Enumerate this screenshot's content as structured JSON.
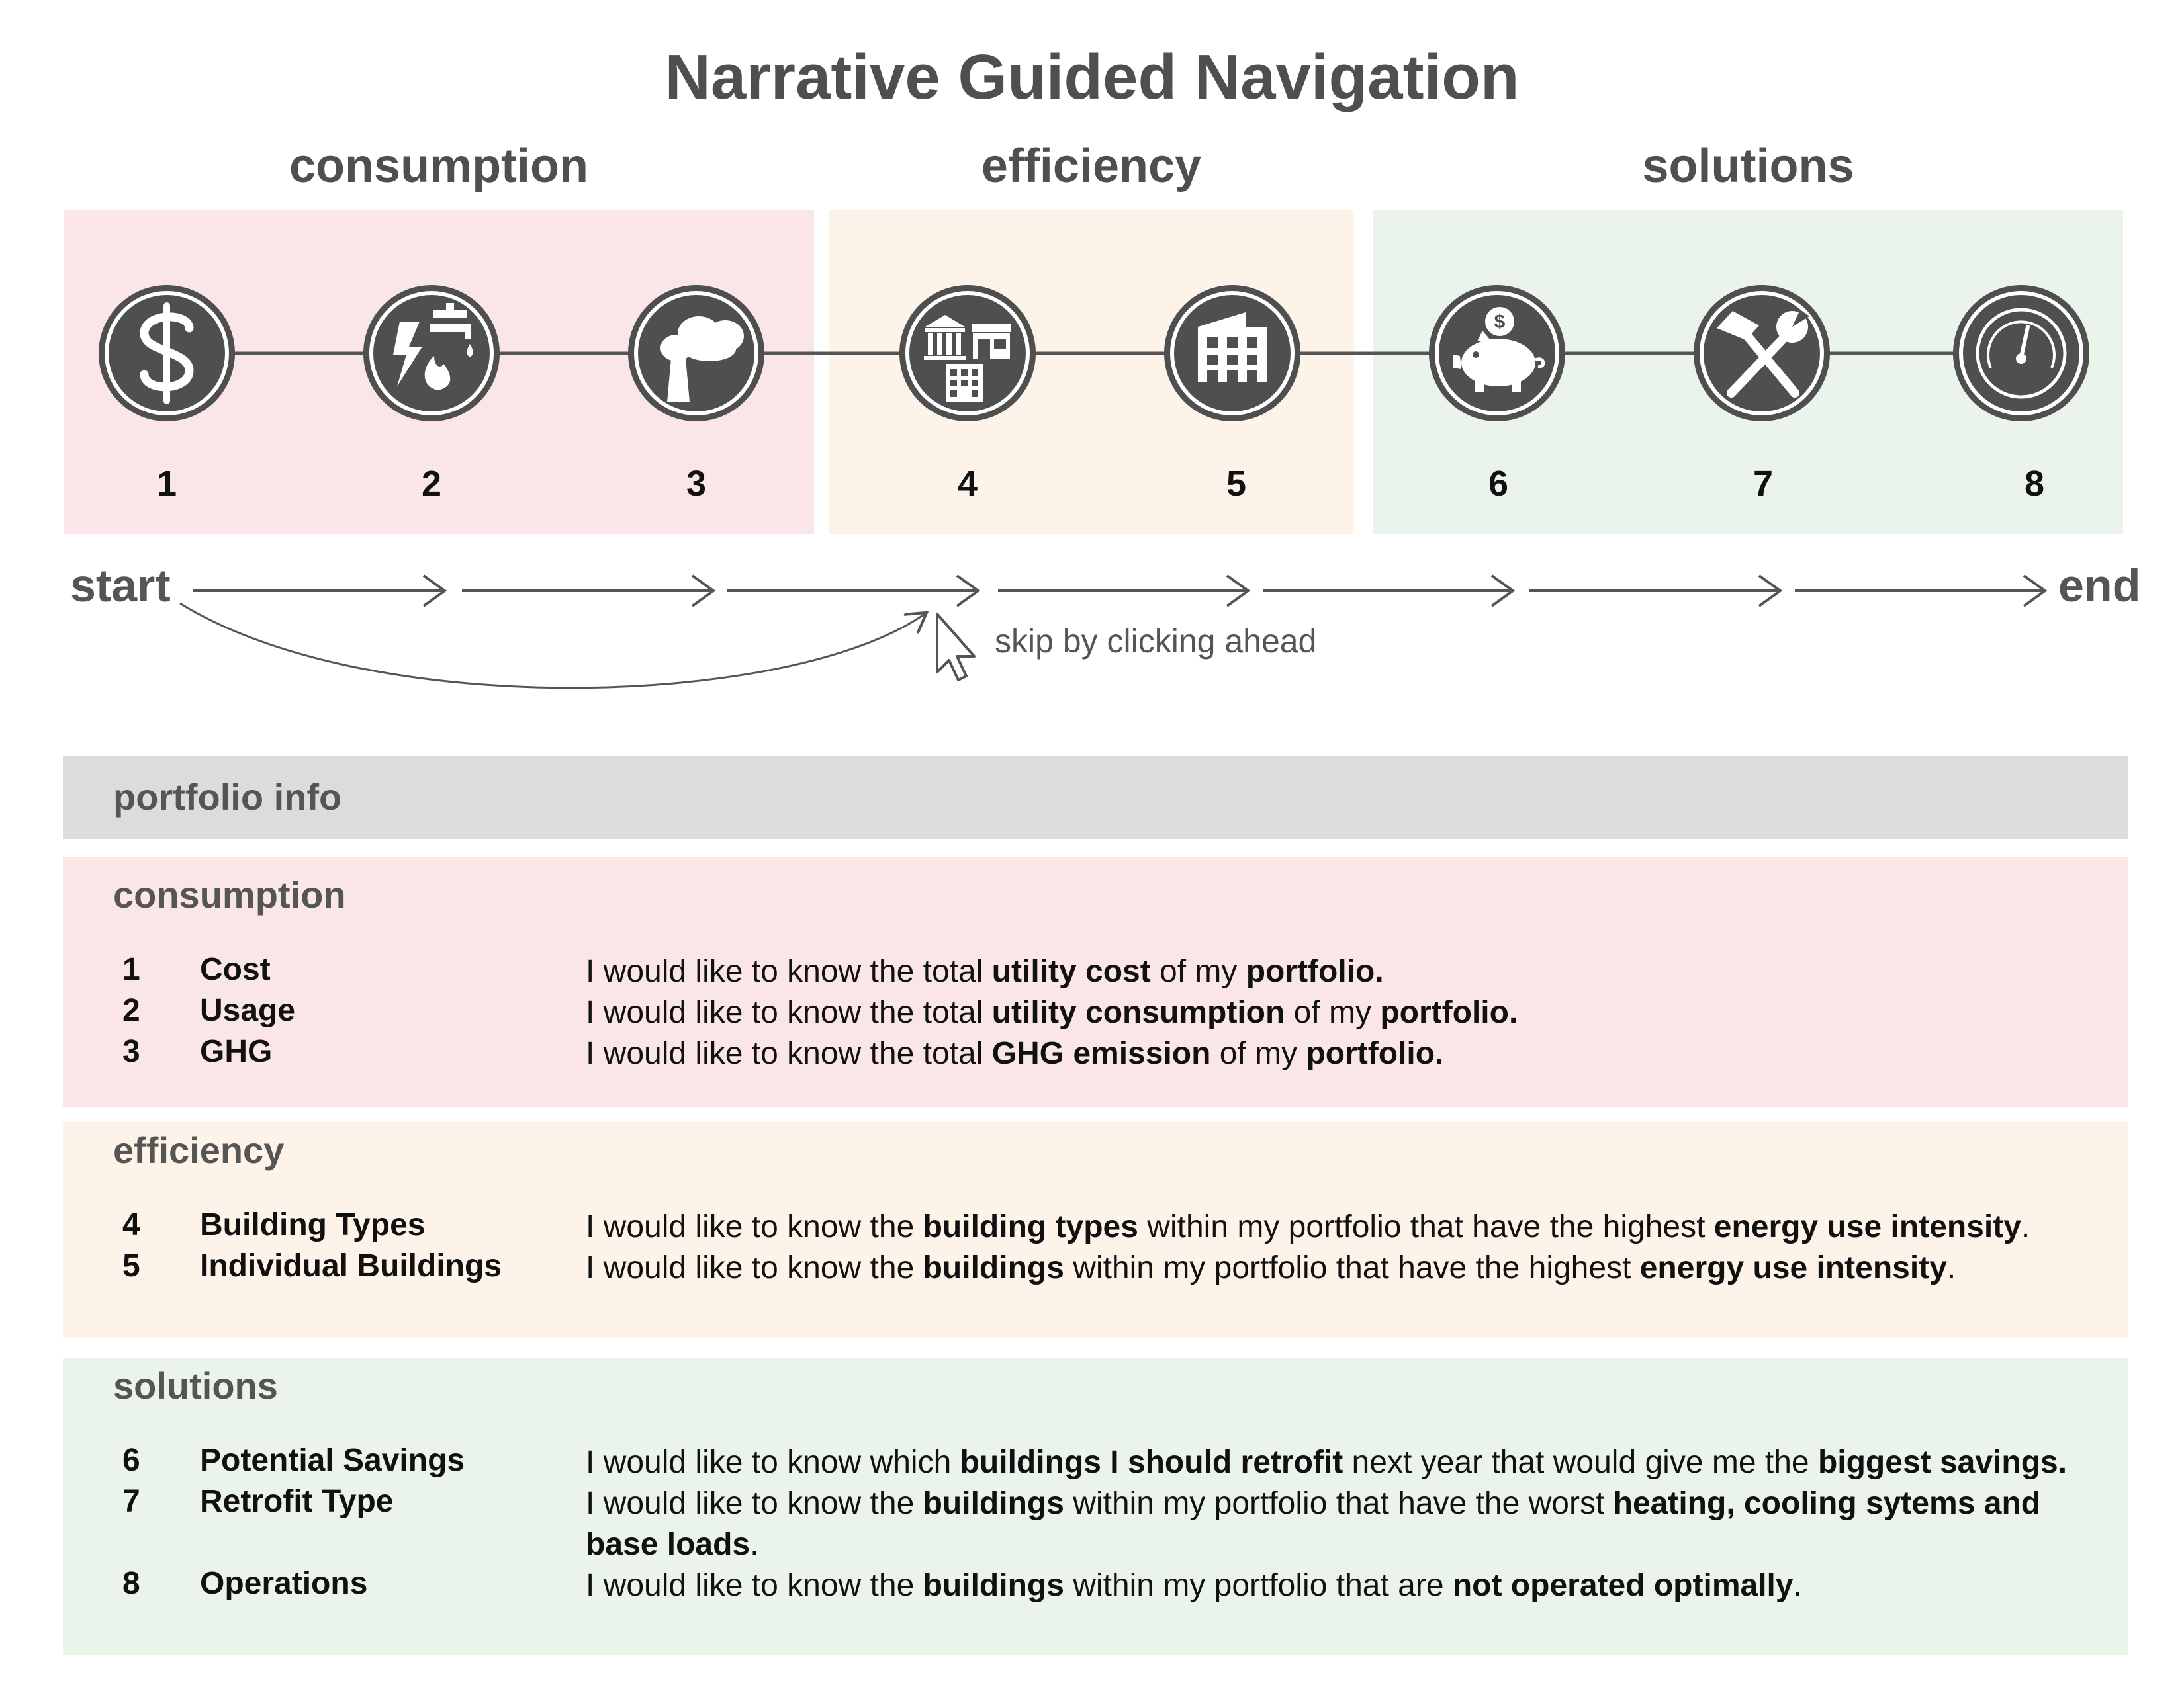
{
  "title": "Narrative Guided Navigation",
  "colors": {
    "consumption": "#fbe6e7",
    "efficiency": "#fdf3e8",
    "solutions": "#eaf4eb",
    "portfolio": "#dcdcdc",
    "icon": "#4f4f4f",
    "text": "#111111"
  },
  "phases": [
    {
      "label": "consumption"
    },
    {
      "label": "efficiency"
    },
    {
      "label": "solutions"
    }
  ],
  "steps": [
    {
      "number": "1",
      "icon": "dollar-icon"
    },
    {
      "number": "2",
      "icon": "utility-electric-water-gas-icon"
    },
    {
      "number": "3",
      "icon": "factory-smoke-icon"
    },
    {
      "number": "4",
      "icon": "building-types-icon"
    },
    {
      "number": "5",
      "icon": "office-building-icon"
    },
    {
      "number": "6",
      "icon": "piggy-bank-icon"
    },
    {
      "number": "7",
      "icon": "hammer-wrench-icon"
    },
    {
      "number": "8",
      "icon": "gauge-icon"
    }
  ],
  "flow": {
    "start": "start",
    "end": "end",
    "skip_note": "skip by clicking ahead"
  },
  "portfolio_info": "portfolio info",
  "sections": [
    {
      "title": "consumption",
      "rows": [
        {
          "num": "1",
          "name": "Cost",
          "desc": [
            {
              "t": "I would like to know the total "
            },
            {
              "t": "utility cost",
              "b": true
            },
            {
              "t": " of my "
            },
            {
              "t": "portfolio.",
              "b": true
            }
          ]
        },
        {
          "num": "2",
          "name": "Usage",
          "desc": [
            {
              "t": "I would like to know the total "
            },
            {
              "t": "utility consumption",
              "b": true
            },
            {
              "t": " of my "
            },
            {
              "t": "portfolio.",
              "b": true
            }
          ]
        },
        {
          "num": "3",
          "name": "GHG",
          "desc": [
            {
              "t": "I would like to know the total "
            },
            {
              "t": "GHG emission",
              "b": true
            },
            {
              "t": " of my "
            },
            {
              "t": "portfolio.",
              "b": true
            }
          ]
        }
      ]
    },
    {
      "title": "efficiency",
      "rows": [
        {
          "num": "4",
          "name": "Building Types",
          "desc": [
            {
              "t": "I would like to know the "
            },
            {
              "t": "building types",
              "b": true
            },
            {
              "t": " within my portfolio that have the highest "
            },
            {
              "t": "energy use intensity",
              "b": true
            },
            {
              "t": "."
            }
          ]
        },
        {
          "num": "5",
          "name": "Individual Buildings",
          "desc": [
            {
              "t": "I would like to know the "
            },
            {
              "t": "buildings",
              "b": true
            },
            {
              "t": " within my portfolio that have the highest "
            },
            {
              "t": "energy use intensity",
              "b": true
            },
            {
              "t": "."
            }
          ]
        }
      ]
    },
    {
      "title": "solutions",
      "rows": [
        {
          "num": "6",
          "name": "Potential Savings",
          "desc": [
            {
              "t": "I would like to know which "
            },
            {
              "t": "buildings I should retrofit",
              "b": true
            },
            {
              "t": " next year that would give me the "
            },
            {
              "t": "biggest savings.",
              "b": true
            }
          ]
        },
        {
          "num": "7",
          "name": "Retrofit Type",
          "desc": [
            {
              "t": "I would like to know the "
            },
            {
              "t": "buildings",
              "b": true
            },
            {
              "t": " within my portfolio that have the worst "
            },
            {
              "t": "heating, cooling sytems and base loads",
              "b": true
            },
            {
              "t": "."
            }
          ]
        },
        {
          "num": "8",
          "name": "Operations",
          "desc": [
            {
              "t": "I would like to know the "
            },
            {
              "t": "buildings",
              "b": true
            },
            {
              "t": " within my portfolio that are "
            },
            {
              "t": "not operated optimally",
              "b": true
            },
            {
              "t": "."
            }
          ]
        }
      ]
    }
  ]
}
